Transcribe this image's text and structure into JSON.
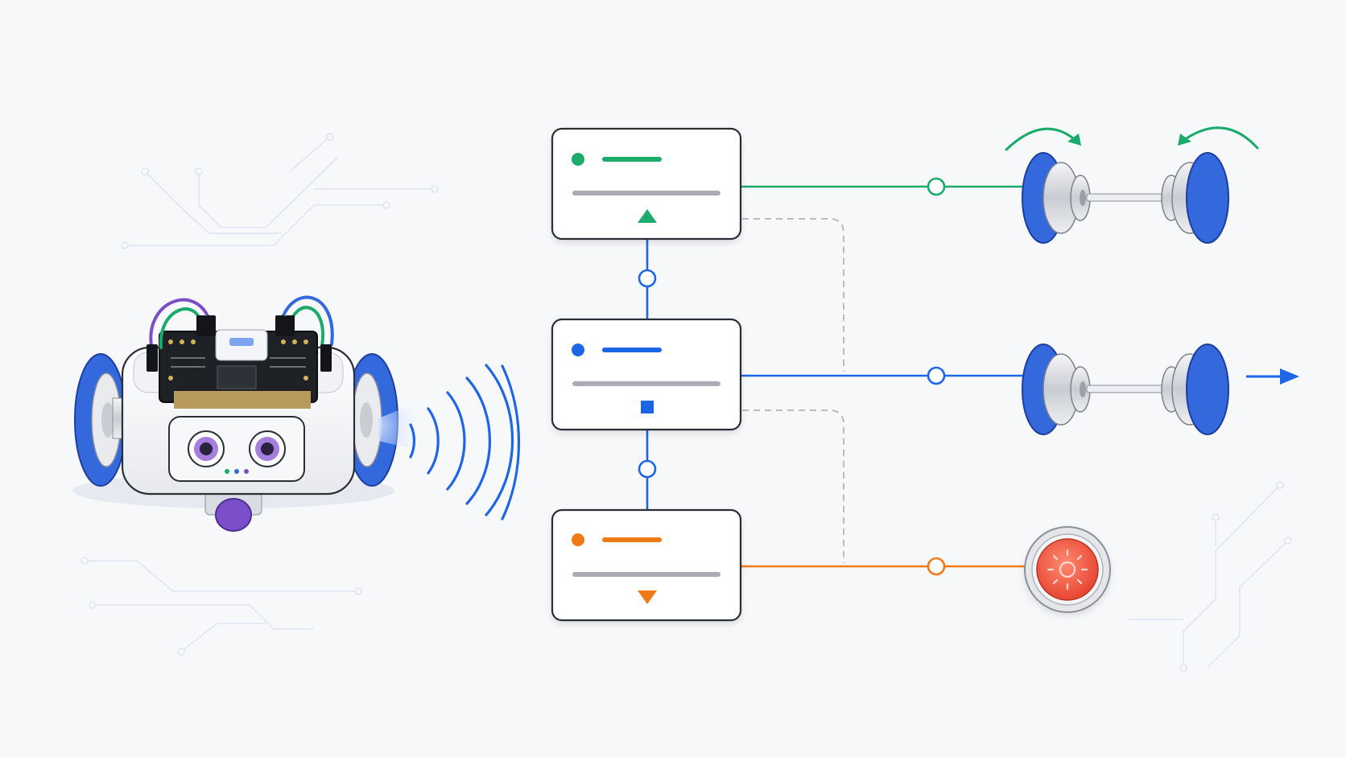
{
  "colors": {
    "background": "#f7f8fa",
    "green": "#1aab6b",
    "blue": "#1e66e6",
    "orange": "#f07a14",
    "gray_bar": "#a9acb2",
    "dashed": "#b8bbc0",
    "card_border": "#2b2f36",
    "card_fill": "#ffffff",
    "wheel_blue": "#3468dd",
    "lamp_red": "#f0523c",
    "circuit": "#dfe6f1"
  },
  "cards": [
    {
      "id": "forward",
      "color_key": "green",
      "symbol": "triangle-up-icon"
    },
    {
      "id": "stop",
      "color_key": "blue",
      "symbol": "square-icon"
    },
    {
      "id": "backward",
      "color_key": "orange",
      "symbol": "triangle-down-icon"
    }
  ],
  "outputs": [
    {
      "id": "axle-rotate",
      "icon": "rotating-axle-icon",
      "color_key": "green"
    },
    {
      "id": "axle-drive",
      "icon": "axle-with-arrow-icon",
      "color_key": "blue"
    },
    {
      "id": "lamp",
      "icon": "warning-lamp-icon",
      "color_key": "orange"
    }
  ],
  "robot": {
    "icon": "robot-car-icon",
    "signal_icon": "wireless-signal-icon"
  }
}
